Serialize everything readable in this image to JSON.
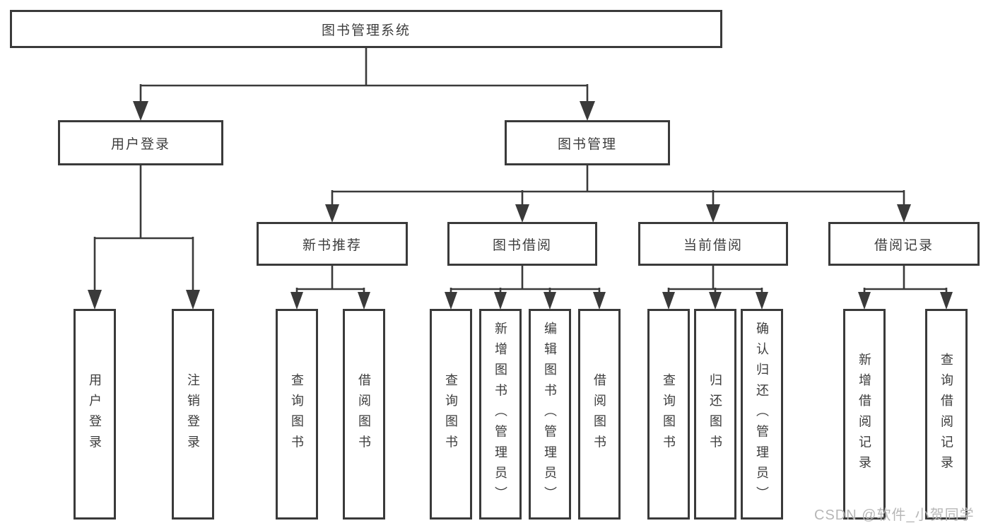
{
  "diagram": {
    "root": "图书管理系统",
    "login_branch": {
      "label": "用户登录",
      "children": [
        "用户登录",
        "注销登录"
      ]
    },
    "mgmt_branch": {
      "label": "图书管理",
      "groups": [
        {
          "label": "新书推荐",
          "children": [
            "查询图书",
            "借阅图书"
          ]
        },
        {
          "label": "图书借阅",
          "children": [
            "查询图书",
            "新增图书（管理员）",
            "编辑图书（管理员）",
            "借阅图书"
          ]
        },
        {
          "label": "当前借阅",
          "children": [
            "查询图书",
            "归还图书",
            "确认归还（管理员）"
          ]
        },
        {
          "label": "借阅记录",
          "children": [
            "新增借阅记录",
            "查询借阅记录"
          ]
        }
      ]
    }
  },
  "colors": {
    "line": "#3a3a3a",
    "box_background": "#ffffff",
    "text": "#3d3d3d",
    "watermark": "#b7b7b7"
  },
  "watermark": "CSDN @软件_小贺同学"
}
